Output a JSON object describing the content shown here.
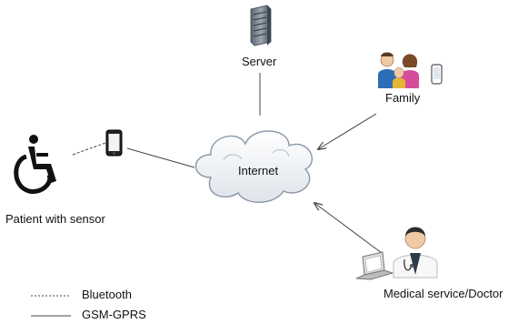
{
  "nodes": {
    "server": {
      "label": "Server",
      "icon": "server-icon"
    },
    "family": {
      "label": "Family",
      "icon": "family-icon"
    },
    "internet": {
      "label": "Internet",
      "icon": "cloud-icon"
    },
    "patient": {
      "label": "Patient with sensor",
      "icon": "wheelchair-icon"
    },
    "patient_phone": {
      "icon": "mobile-phone-icon"
    },
    "family_phone": {
      "icon": "mobile-phone-icon"
    },
    "doctor": {
      "label": "Medical service/Doctor",
      "icon": "doctor-icon"
    },
    "doctor_laptop": {
      "icon": "laptop-icon"
    }
  },
  "connections": [
    {
      "from": "patient",
      "to": "patient_phone",
      "type": "Bluetooth"
    },
    {
      "from": "patient_phone",
      "to": "internet",
      "type": "GSM-GPRS"
    },
    {
      "from": "server",
      "to": "internet",
      "type": "GSM-GPRS"
    },
    {
      "from": "family",
      "to": "internet",
      "type": "GSM-GPRS",
      "arrow": "to-internet"
    },
    {
      "from": "doctor",
      "to": "internet",
      "type": "GSM-GPRS",
      "arrow": "to-internet"
    }
  ],
  "legend": [
    {
      "label": "Bluetooth",
      "style": "dashed"
    },
    {
      "label": "GSM-GPRS",
      "style": "solid"
    }
  ],
  "colors": {
    "line": "#444444",
    "cloud_fill": "#eef1f5",
    "cloud_stroke": "#8a97a8",
    "text": "#111111"
  }
}
